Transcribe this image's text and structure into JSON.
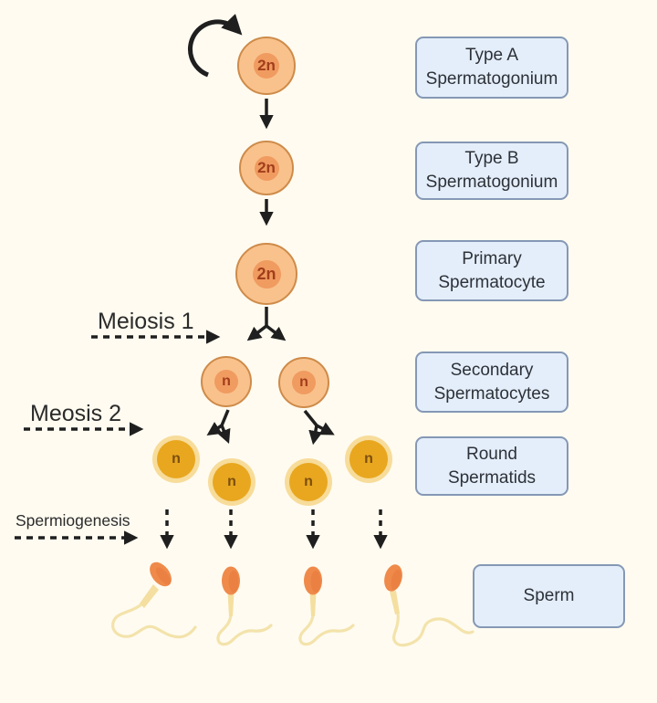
{
  "cells": [
    {
      "id": "type-a-spermatogonium",
      "label": "2n"
    },
    {
      "id": "type-b-spermatogonium",
      "label": "2n"
    },
    {
      "id": "primary-spermatocyte",
      "label": "2n"
    },
    {
      "id": "secondary-spermatocyte-1",
      "label": "n"
    },
    {
      "id": "secondary-spermatocyte-2",
      "label": "n"
    },
    {
      "id": "round-spermatid-1",
      "label": "n"
    },
    {
      "id": "round-spermatid-2",
      "label": "n"
    },
    {
      "id": "round-spermatid-3",
      "label": "n"
    },
    {
      "id": "round-spermatid-4",
      "label": "n"
    }
  ],
  "stages": [
    {
      "label": "Type A Spermatogonium"
    },
    {
      "label": "Type B Spermatogonium"
    },
    {
      "label": "Primary Spermatocyte"
    },
    {
      "label": "Secondary Spermatocytes"
    },
    {
      "label": "Round Spermatids"
    },
    {
      "label": "Sperm"
    }
  ],
  "process_labels": {
    "meiosis_1": "Meiosis 1",
    "meiosis_2": "Meosis 2",
    "spermiogenesis": "Spermiogenesis"
  },
  "colors": {
    "background": "#FFFBF0",
    "cell_fill": "#F9C28C",
    "cell_border": "#CE8B4A",
    "nucleus_fill": "#F09B60",
    "ploidy_text": "#A23E1B",
    "spermatid_halo": "#F7DC9A",
    "spermatid_fill": "#E8A71F",
    "spermatid_text": "#7C4E10",
    "box_fill": "#E4EEFA",
    "box_border": "#8598B5",
    "box_text": "#2D3138",
    "arrow": "#1F1F1F",
    "sperm_head": "#EF8A4B",
    "sperm_midpiece": "#F4DFA0",
    "sperm_tail": "#F3E3AB"
  }
}
